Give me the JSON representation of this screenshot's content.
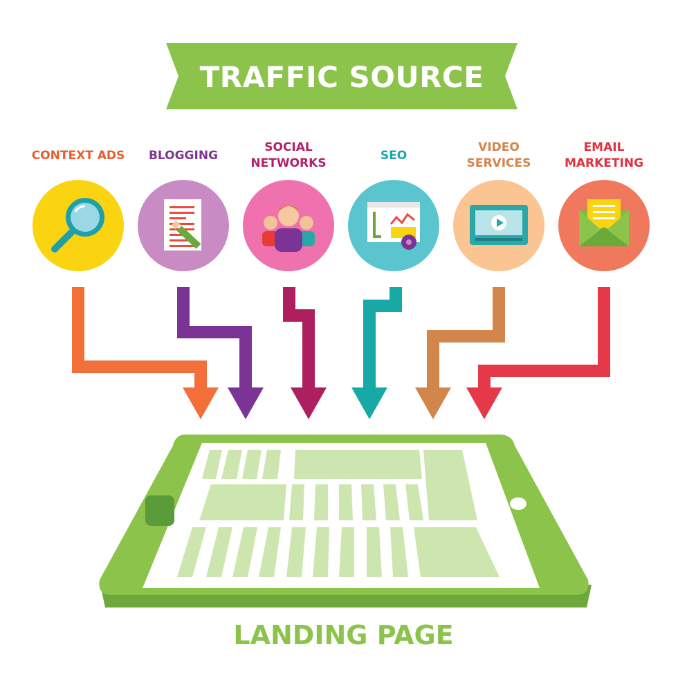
{
  "header": {
    "title": "TRAFFIC SOURCE",
    "color": "#8cc34b"
  },
  "sources": [
    {
      "label": "CONTEXT ADS",
      "color": "#ea5e2e",
      "circle": "#fad311",
      "arrow": "#f26f39",
      "icon": "magnifier-icon"
    },
    {
      "label": "BLOGGING",
      "color": "#7c3793",
      "circle": "#c98bc4",
      "arrow": "#7b3496",
      "icon": "document-pencil-icon"
    },
    {
      "label": "SOCIAL NETWORKS",
      "color": "#b0226a",
      "circle": "#ef71ad",
      "arrow": "#ad1f5e",
      "icon": "people-group-icon"
    },
    {
      "label": "SEO",
      "color": "#17a9aa",
      "circle": "#5bc5cf",
      "arrow": "#17a9a5",
      "icon": "analytics-window-icon"
    },
    {
      "label": "VIDEO SERVICES",
      "color": "#d3844a",
      "circle": "#fbc493",
      "arrow": "#d2864c",
      "icon": "video-player-icon"
    },
    {
      "label": "EMAIL MARKETING",
      "color": "#e0313f",
      "circle": "#f0795d",
      "arrow": "#e53849",
      "icon": "envelope-icon"
    }
  ],
  "footer": {
    "label": "LANDING PAGE"
  },
  "tablet": {
    "body": "#8cc34b",
    "shadow": "#6ea83a",
    "screen": "#ffffff",
    "blocks": "#cde6b0",
    "button": "#5a9b3a"
  }
}
